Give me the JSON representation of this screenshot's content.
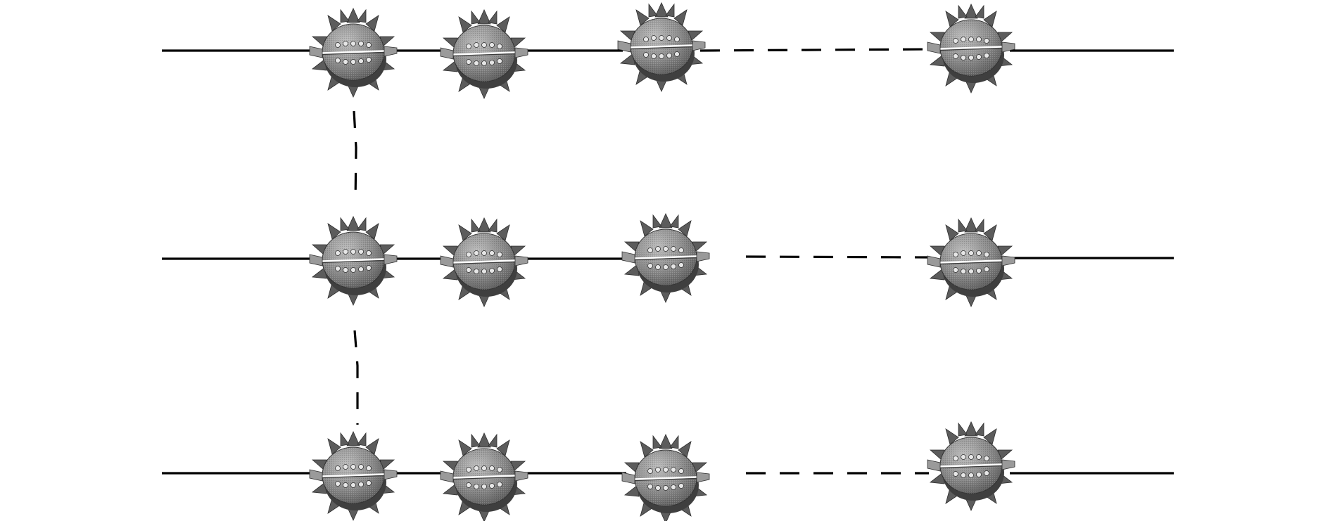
{
  "diagram": {
    "node_icon": "spiked-hub-icon",
    "colors": {
      "background": "#ffffff",
      "wire": "#000000",
      "node_body": "#8a8a8a",
      "node_spike": "#5c5c5c",
      "node_highlight": "#d8d8d8",
      "node_shadow": "#3f3f3f"
    },
    "rows": [
      {
        "id": "row-1",
        "nodes": [
          "node-1-1",
          "node-1-2",
          "node-1-3",
          "node-1-4"
        ],
        "gap_after_node": 3
      },
      {
        "id": "row-2",
        "nodes": [
          "node-2-1",
          "node-2-2",
          "node-2-3",
          "node-2-4"
        ],
        "gap_after_node": 3
      },
      {
        "id": "row-3",
        "nodes": [
          "node-3-1",
          "node-3-2",
          "node-3-3",
          "node-3-4"
        ],
        "gap_after_node": 3
      }
    ],
    "vertical_links": [
      {
        "from": "node-1-1",
        "to": "node-2-1",
        "style": "dashed"
      },
      {
        "from": "node-2-1",
        "to": "node-3-1",
        "style": "dashed"
      }
    ]
  }
}
